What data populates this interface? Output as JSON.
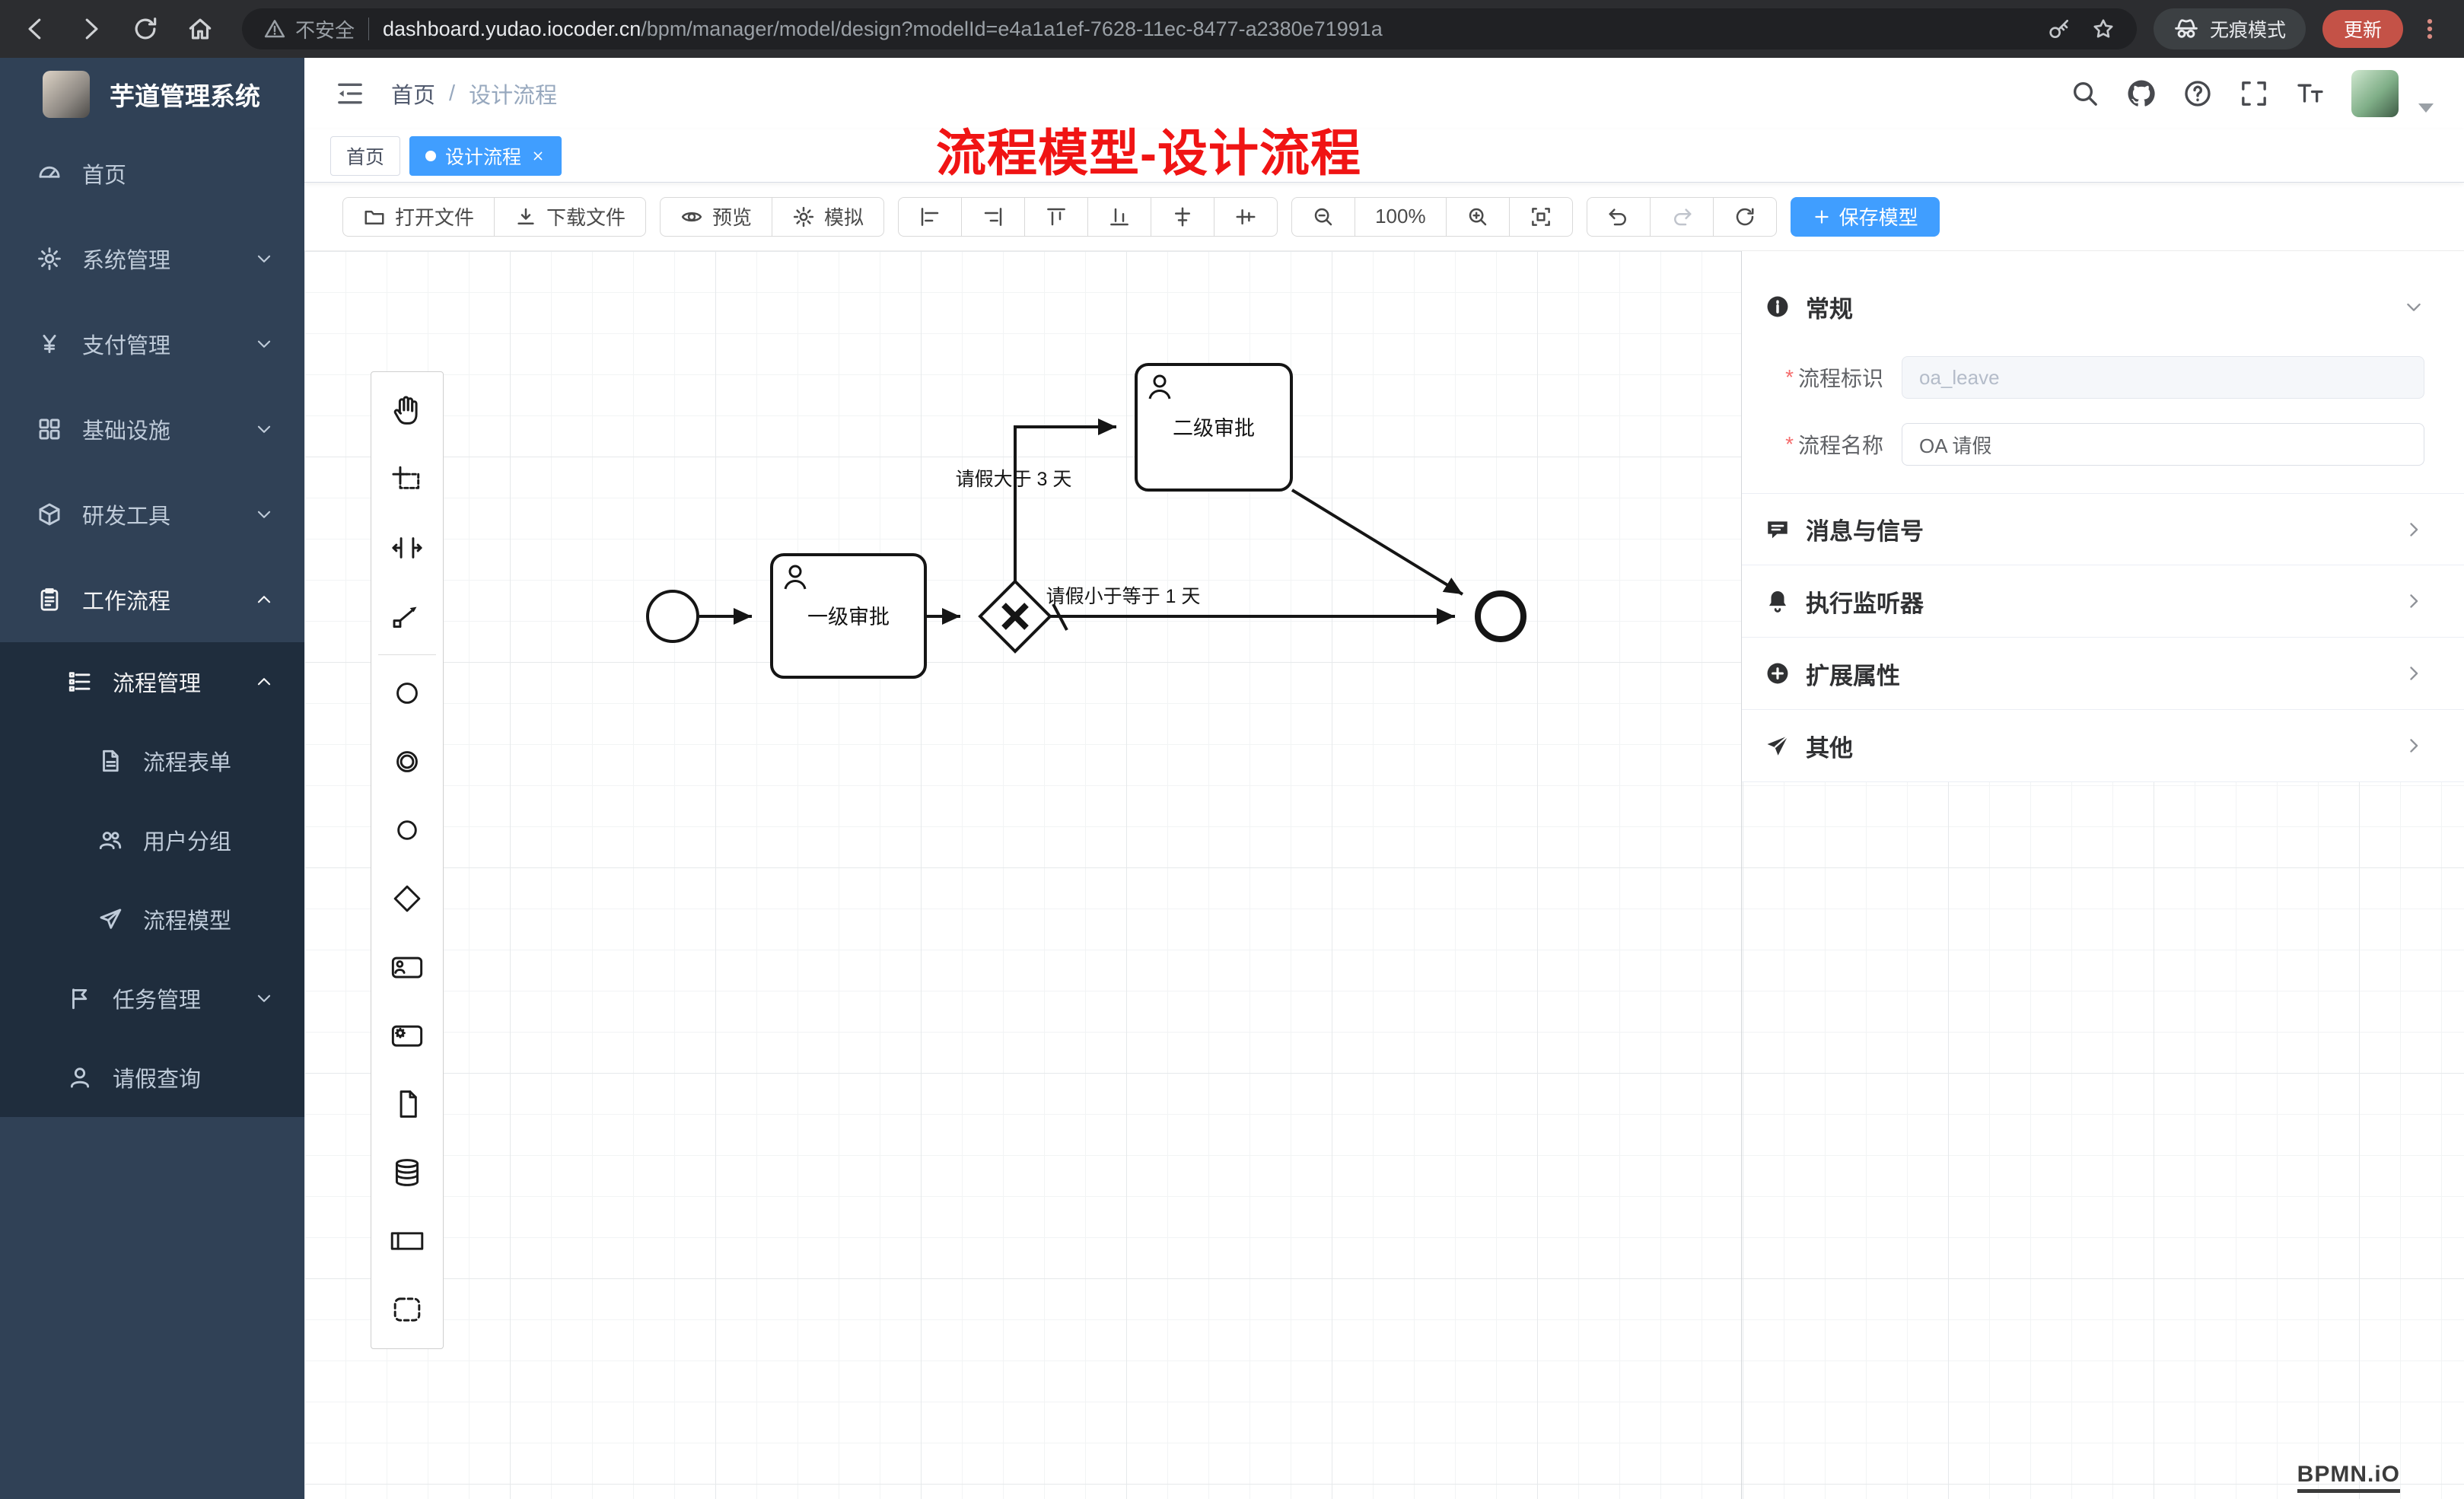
{
  "browser": {
    "security_label": "不安全",
    "url_host": "dashboard.yudao.iocoder.cn",
    "url_path": "/bpm/manager/model/design?modelId=e4a1a1ef-7628-11ec-8477-a2380e71991a",
    "incognito_label": "无痕模式",
    "update_label": "更新"
  },
  "sidebar": {
    "logo_title": "芋道管理系统",
    "items": [
      {
        "label": "首页"
      },
      {
        "label": "系统管理"
      },
      {
        "label": "支付管理"
      },
      {
        "label": "基础设施"
      },
      {
        "label": "研发工具"
      },
      {
        "label": "工作流程"
      },
      {
        "label": "流程管理"
      },
      {
        "label": "流程表单"
      },
      {
        "label": "用户分组"
      },
      {
        "label": "流程模型"
      },
      {
        "label": "任务管理"
      },
      {
        "label": "请假查询"
      }
    ]
  },
  "header": {
    "breadcrumb_home": "首页",
    "breadcrumb_sep": "/",
    "breadcrumb_current": "设计流程",
    "annotation": "流程模型-设计流程"
  },
  "tabs": [
    {
      "label": "首页"
    },
    {
      "label": "设计流程"
    }
  ],
  "toolbar": {
    "open_label": "打开文件",
    "download_label": "下载文件",
    "preview_label": "预览",
    "simulate_label": "模拟",
    "zoom_level": "100%",
    "save_label": "保存模型"
  },
  "diagram": {
    "task1_label": "一级审批",
    "task2_label": "二级审批",
    "flow_gt_label": "请假大于 3 天",
    "flow_le_label": "请假小于等于 1 天"
  },
  "panel": {
    "sections": [
      {
        "label": "常规"
      },
      {
        "label": "消息与信号"
      },
      {
        "label": "执行监听器"
      },
      {
        "label": "扩展属性"
      },
      {
        "label": "其他"
      }
    ],
    "required_mark": "*",
    "process_key_label": "流程标识",
    "process_key_value": "oa_leave",
    "process_name_label": "流程名称",
    "process_name_value": "OA 请假"
  },
  "watermark": "BPMN.iO",
  "icons": {
    "search": "magnifier",
    "github": "octocat",
    "help": "question-circle",
    "fullscreen": "expand-corners",
    "font_size": "double-T",
    "collapse": "outdent-bars",
    "warning": "triangle-exclamation",
    "incognito": "hat-glasses",
    "key": "key",
    "bookmark": "star",
    "menu": "vertical-dots"
  },
  "colors": {
    "primary": "#409eff",
    "annotation_red": "#f01414",
    "sidebar_bg": "#304156",
    "submenu_bg": "#1f2d3d"
  }
}
